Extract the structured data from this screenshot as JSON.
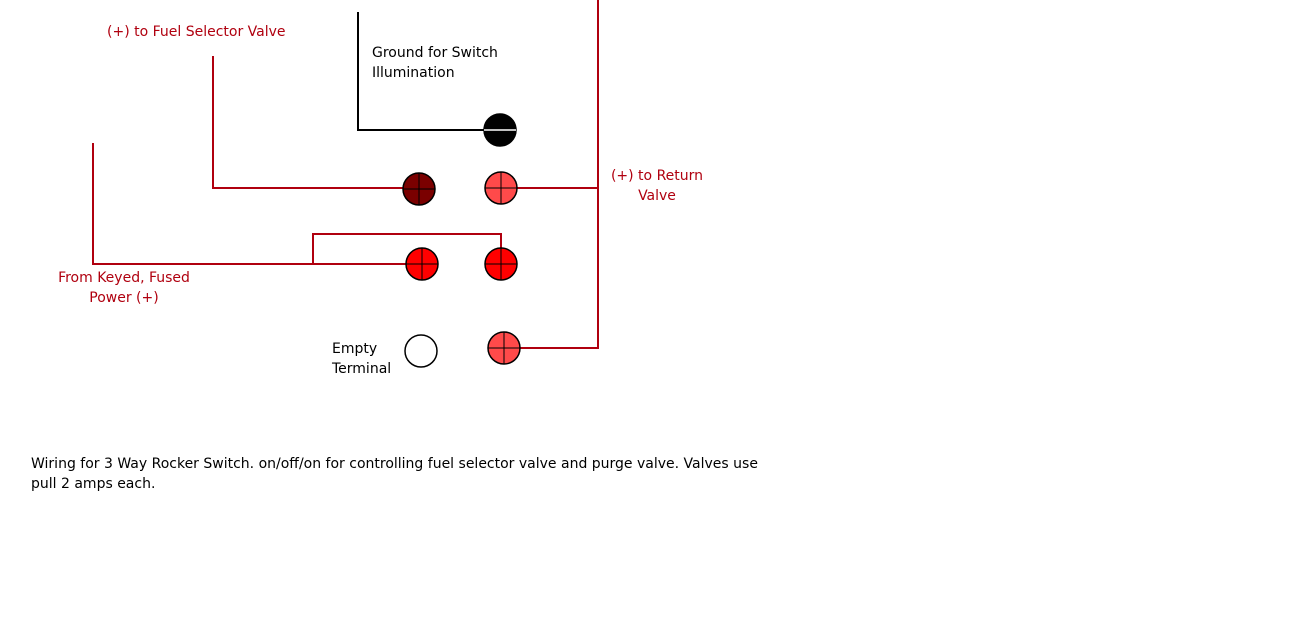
{
  "labels": {
    "fuel_selector": "(+) to Fuel Selector Valve",
    "ground_line1": "Ground for Switch",
    "ground_line2": "Illumination",
    "return_line1": "(+) to Return",
    "return_line2": "Valve",
    "power_line1": "From Keyed, Fused",
    "power_line2": "Power (+)",
    "empty_line1": "Empty",
    "empty_line2": "Terminal"
  },
  "caption": "Wiring for 3 Way Rocker Switch.  on/off/on for controlling fuel selector valve and purge valve.  Valves use pull 2 amps each.",
  "colors": {
    "wire_red": "#b0000f",
    "wire_black": "#000000",
    "terminal_dark_red": "#7a0000",
    "terminal_light_red": "#ff4a4a",
    "terminal_red": "#ff0000",
    "terminal_black": "#000000",
    "terminal_empty": "#ffffff"
  }
}
